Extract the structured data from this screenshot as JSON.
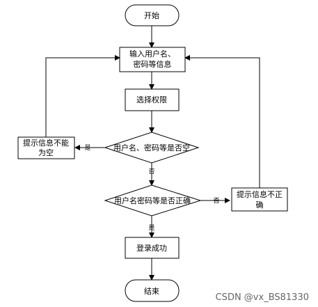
{
  "flowchart": {
    "nodes": {
      "start": {
        "lines": [
          "开始"
        ]
      },
      "input": {
        "lines": [
          "输入用户名、",
          "密码等信息"
        ]
      },
      "select": {
        "lines": [
          "选择权限"
        ]
      },
      "check_empty": {
        "lines": [
          "用户名、密码等是否空"
        ]
      },
      "check_correct": {
        "lines": [
          "用户名密码等是否正确"
        ]
      },
      "warn_empty": {
        "lines": [
          "提示信息不能",
          "为空"
        ]
      },
      "warn_wrong": {
        "lines": [
          "提示信息不正",
          "确"
        ]
      },
      "success": {
        "lines": [
          "登录成功"
        ]
      },
      "end": {
        "lines": [
          "结束"
        ]
      }
    },
    "edges": {
      "empty_yes": "是",
      "empty_no": "否",
      "correct_no": "否",
      "correct_yes": "是"
    }
  },
  "watermark": "CSDN @vx_BS81330"
}
